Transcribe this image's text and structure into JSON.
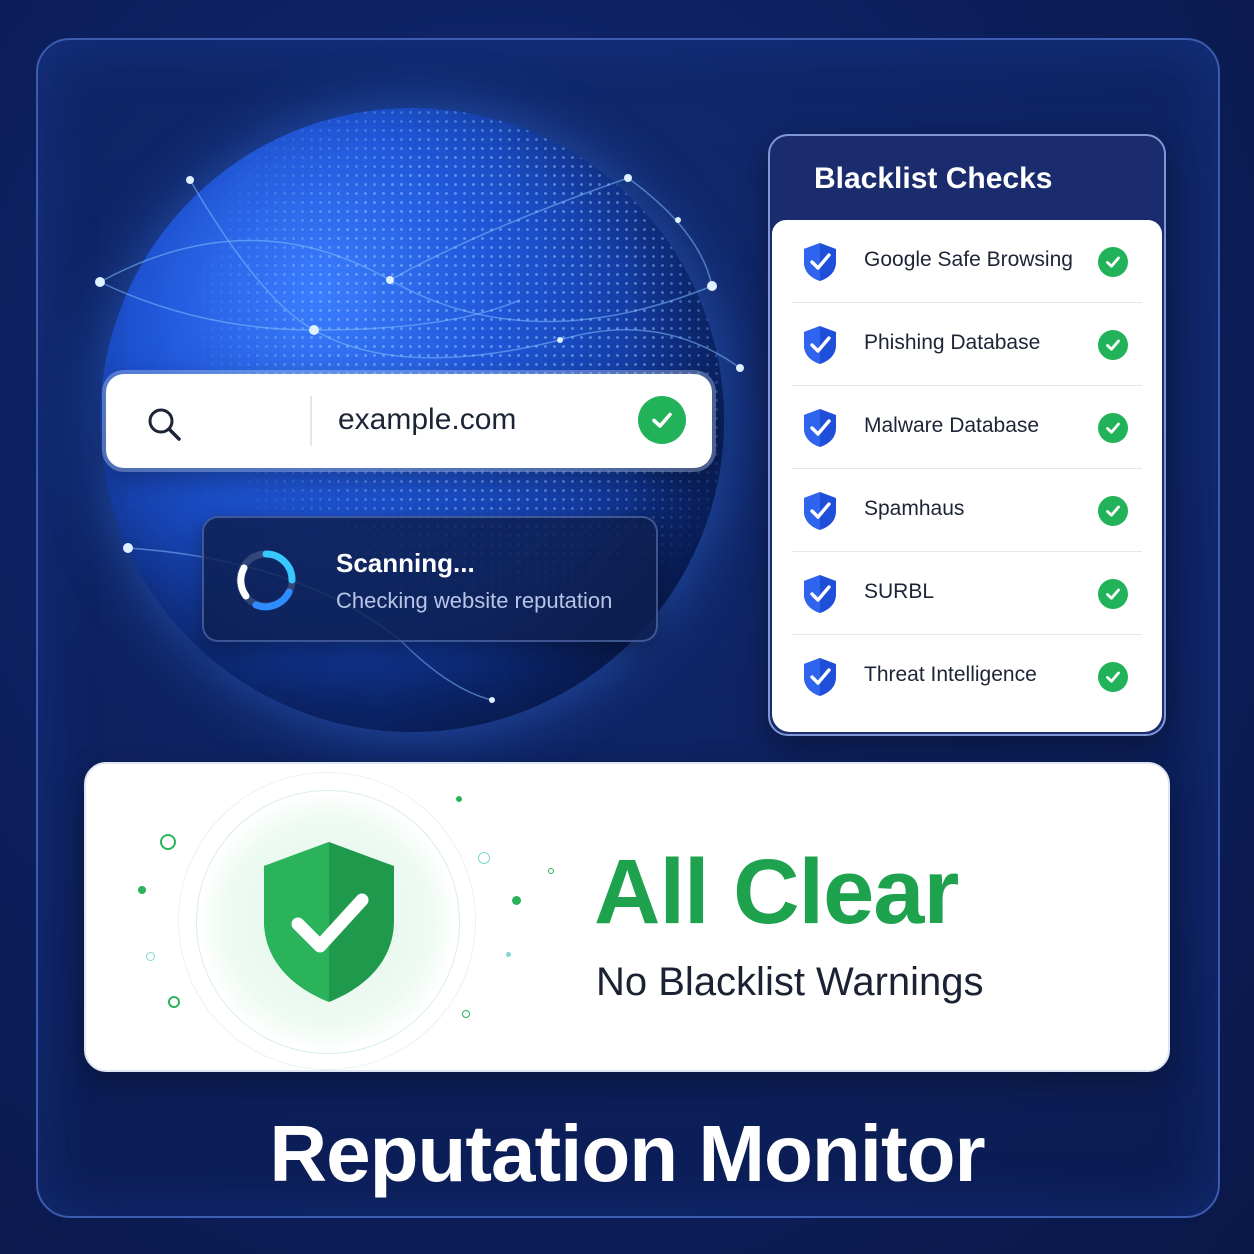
{
  "search": {
    "query": "example.com",
    "status_icon": "check-icon"
  },
  "scan": {
    "title": "Scanning...",
    "subtitle": "Checking website reputation"
  },
  "blacklist": {
    "title": "Blacklist Checks",
    "items": [
      {
        "label": "Google Safe Browsing",
        "status": "clear"
      },
      {
        "label": "Phishing Database",
        "status": "clear"
      },
      {
        "label": "Malware Database",
        "status": "clear"
      },
      {
        "label": "Spamhaus",
        "status": "clear"
      },
      {
        "label": "SURBL",
        "status": "clear"
      },
      {
        "label": "Threat Intelligence",
        "status": "clear"
      }
    ]
  },
  "result": {
    "headline": "All Clear",
    "subline": "No Blacklist Warnings"
  },
  "footer": {
    "title": "Reputation Monitor"
  },
  "colors": {
    "accent_green": "#22b35a",
    "shield_blue": "#1f4fd8",
    "background": "#0d2060"
  }
}
